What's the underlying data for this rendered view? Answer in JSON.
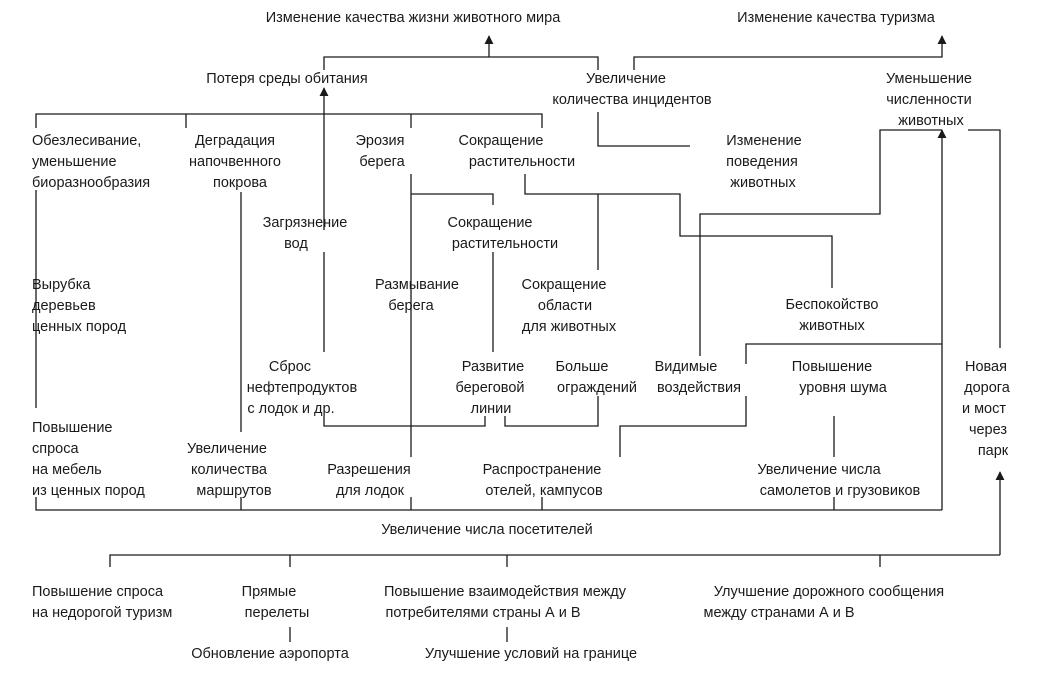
{
  "nodes": {
    "wildlife_quality": "Изменение качества жизни животного мира",
    "tourism_quality": "Изменение качества туризма",
    "habitat_loss": "Потеря среды обитания",
    "incidents": [
      "Увеличение",
      "количества инцидентов"
    ],
    "animal_decline": [
      "Уменьшение",
      "численности",
      "животных"
    ],
    "deforestation": [
      "Обезлесивание,",
      "уменьшение",
      "биоразнообразия"
    ],
    "soil_degradation": [
      "Деградация",
      "напочвенного",
      "покрова"
    ],
    "erosion": [
      "Эрозия",
      "берега"
    ],
    "vegetation_reduction_1": [
      "Сокращение",
      "растительности"
    ],
    "behavior_change": [
      "Изменение",
      "поведения",
      "животных"
    ],
    "water_pollution": [
      "Загрязнение",
      "вод"
    ],
    "vegetation_reduction_2": [
      "Сокращение",
      "растительности"
    ],
    "logging": [
      "Вырубка",
      "деревьев",
      "ценных пород"
    ],
    "shore_washout": [
      "Размывание",
      "берега"
    ],
    "area_reduction": [
      "Сокращение",
      "области",
      "для животных"
    ],
    "animal_disturbance": [
      "Беспокойство",
      "животных"
    ],
    "oil_discharge": [
      "Сброс",
      "нефтепродуктов",
      "с лодок и др."
    ],
    "shoreline_development": [
      "Развитие",
      "береговой",
      "линии"
    ],
    "more_fences": [
      "Больше",
      "ограждений"
    ],
    "visible_impacts": [
      "Видимые",
      "воздействия"
    ],
    "noise_increase": [
      "Повышение",
      "уровня шума"
    ],
    "new_road": [
      "Новая",
      "дорога",
      "и мост",
      "через",
      "парк"
    ],
    "furniture_demand": [
      "Повышение",
      "спроса",
      "на мебель",
      "из ценных пород"
    ],
    "more_routes": [
      "Увеличение",
      "количества",
      "маршрутов"
    ],
    "boat_permits": [
      "Разрешения",
      "для лодок"
    ],
    "hotels_spread": [
      "Распространение",
      "отелей, кампусов"
    ],
    "more_vehicles": [
      "Увеличение числа",
      "самолетов и грузовиков"
    ],
    "more_visitors": "Увеличение числа посетителей",
    "cheap_tourism": [
      "Повышение спроса",
      "на недорогой туризм"
    ],
    "direct_flights": [
      "Прямые",
      "перелеты"
    ],
    "consumer_interaction": [
      "Повышение взаимодействия между",
      "потребителями страны А и В"
    ],
    "road_links": [
      "Улучшение дорожного сообщения",
      "между странами А и В"
    ],
    "airport_update": "Обновление аэропорта",
    "border_conditions": "Улучшение условий на границе"
  }
}
